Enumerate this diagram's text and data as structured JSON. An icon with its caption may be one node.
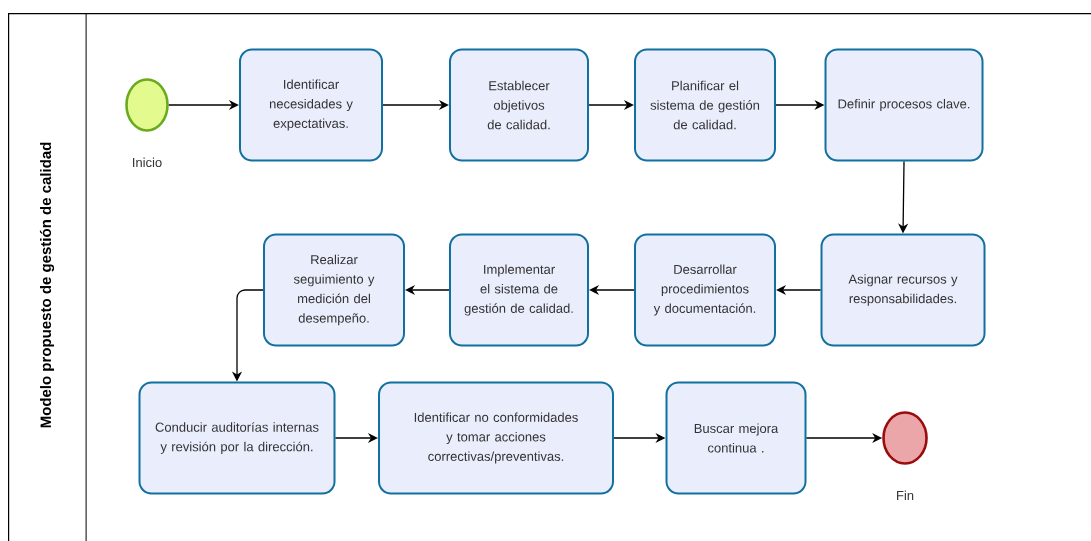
{
  "diagram": {
    "nodes": [
      {
        "text": [
          "Modelo propuesto de gestión de calidad"
        ]
      },
      {
        "text": [],
        "shape": "circle",
        "beside": [
          "Inicio"
        ],
        "in": 0
      },
      {
        "text": [
          "Identificar necesidades y expectativas."
        ],
        "in": 0
      },
      {
        "text": [
          "Establecer objetivos de calidad."
        ],
        "in": 0
      },
      {
        "text": [
          "Planificar el sistema de gestión de calidad."
        ],
        "in": 0
      },
      {
        "text": [
          "Definir procesos clave."
        ],
        "in": 0
      },
      {
        "text": [
          "Asignar recursos y responsabilidades."
        ],
        "in": 0
      },
      {
        "text": [
          "Desarrollar procedimientos y documentación."
        ],
        "in": 0
      },
      {
        "text": [
          "Implementar el sistema de gestión de calidad."
        ],
        "in": 0
      },
      {
        "text": [
          "Realizar seguimiento y medición del desempeño."
        ],
        "in": 0
      },
      {
        "text": [
          "Conducir auditorías internas y revisión por la dirección."
        ],
        "in": 0
      },
      {
        "text": [
          "Identificar no conformidades y tomar acciones correctivas/preventivas."
        ],
        "in": 0
      },
      {
        "text": [
          "Buscar mejora continua ."
        ],
        "in": 0
      },
      {
        "text": [],
        "shape": "circle",
        "beside": [
          "Fin"
        ],
        "in": 0
      }
    ],
    "edges": [
      {
        "from": 1,
        "to": 2,
        "arrow": "to"
      },
      {
        "from": 2,
        "to": 3,
        "arrow": "to"
      },
      {
        "from": 3,
        "to": 4,
        "arrow": "to"
      },
      {
        "from": 4,
        "to": 5,
        "arrow": "to"
      },
      {
        "from": 5,
        "to": 6,
        "arrow": "to"
      },
      {
        "from": 6,
        "to": 7,
        "arrow": "to"
      },
      {
        "from": 7,
        "to": 8,
        "arrow": "to"
      },
      {
        "from": 8,
        "to": 9,
        "arrow": "to"
      },
      {
        "from": 9,
        "to": 10,
        "arrow": "to"
      },
      {
        "from": 10,
        "to": 11,
        "arrow": "to"
      },
      {
        "from": 11,
        "to": 12,
        "arrow": "to"
      },
      {
        "from": 12,
        "to": 13,
        "arrow": "to"
      }
    ]
  }
}
